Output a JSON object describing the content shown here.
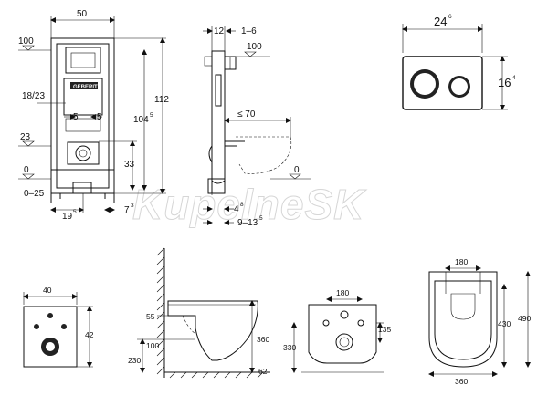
{
  "watermark": "KupelneSK",
  "brand_label": "GEBERIT",
  "frame_drawing": {
    "width_dim": "50",
    "height_112": "112",
    "height_104": "104",
    "height_104_sup": "5",
    "dim_100": "100",
    "dim_18_23": "18/23",
    "dim_5_left": "5",
    "dim_5_right": "5",
    "dim_23": "23",
    "dim_33": "33",
    "dim_0": "0",
    "dim_0_25": "0–25",
    "dim_19": "19",
    "dim_19_sup": "5",
    "dim_7": "7",
    "dim_7_sup": "3"
  },
  "side_drawing": {
    "dim_12": "12",
    "dim_1_6": "1–6",
    "dim_100": "100",
    "dim_le70": "≤ 70",
    "dim_0": "0",
    "dim_4": "4",
    "dim_4_sup": "8",
    "dim_9_13": "9–13",
    "dim_9_13_sup": "5"
  },
  "flush_plate": {
    "width": "24",
    "width_sup": "6",
    "height": "16",
    "height_sup": "4"
  },
  "small_plate": {
    "width": "40",
    "height": "42"
  },
  "toilet_side": {
    "dim_55": "55",
    "dim_100": "100",
    "dim_230": "230",
    "dim_360": "360",
    "dim_62": "62"
  },
  "toilet_back": {
    "dim_180": "180",
    "dim_135": "135",
    "dim_330": "330"
  },
  "toilet_top": {
    "dim_180": "180",
    "dim_430": "430",
    "dim_490": "490",
    "dim_360": "360"
  }
}
